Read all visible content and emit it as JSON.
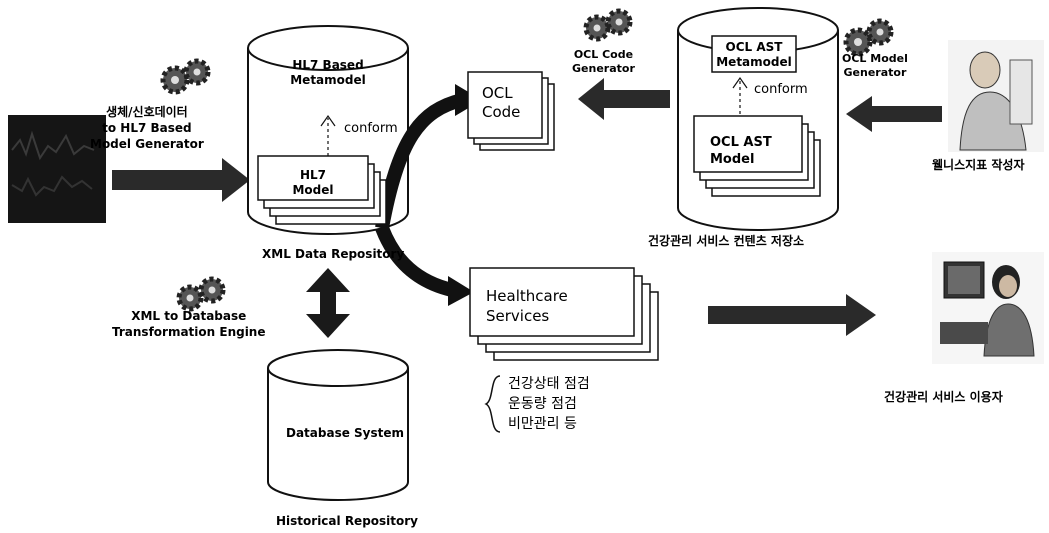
{
  "diagram": {
    "generators": {
      "left": "생체/신호데이터\nto HL7 Based\nModel Generator",
      "ocl_code": "OCL Code\nGenerator",
      "ocl_model": "OCL Model\nGenerator",
      "xml_db": "XML to Database\nTransformation Engine"
    },
    "xml_repo": {
      "metamodel": "HL7 Based\nMetamodel",
      "conform": "conform",
      "model": "HL7\nModel",
      "caption": "XML Data Repository"
    },
    "ocl_repo": {
      "metamodel": "OCL AST\nMetamodel",
      "conform": "conform",
      "model": "OCL AST\nModel",
      "caption": "건강관리 서비스 컨텐츠 저장소"
    },
    "ocl_code": "OCL\nCode",
    "healthcare": "Healthcare\nServices",
    "services_list": [
      "건강상태 점검",
      "운동량 점검",
      "비만관리 등"
    ],
    "database": {
      "label": "Database System",
      "caption": "Historical Repository"
    },
    "author_caption": "웰니스지표 작성자",
    "user_caption": "건강관리 서비스 이용자"
  }
}
